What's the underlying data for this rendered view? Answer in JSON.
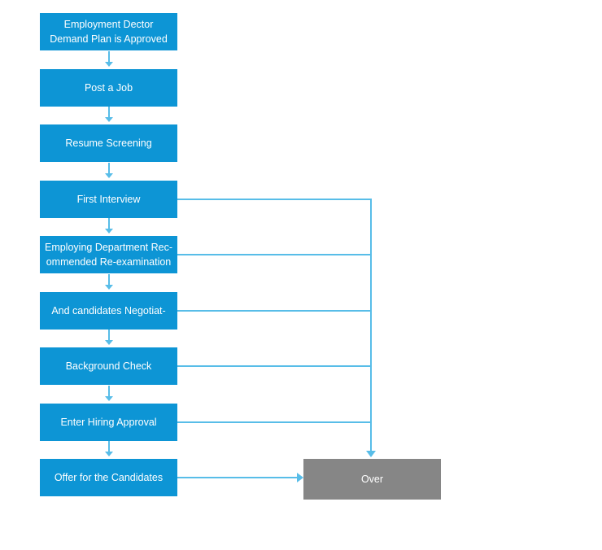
{
  "colors": {
    "process_box": "#0d95d5",
    "connector": "#58bde8",
    "end_box": "#868686",
    "box_text": "#ffffff"
  },
  "flowchart": {
    "steps": [
      {
        "label": "Employment Dector\nDemand Plan is Approved"
      },
      {
        "label": "Post a Job"
      },
      {
        "label": "Resume Screening"
      },
      {
        "label": "First Interview"
      },
      {
        "label": "Employing Department Rec-\nommended Re-examination"
      },
      {
        "label": "And candidates Negotiat-"
      },
      {
        "label": "Background Check"
      },
      {
        "label": "Enter Hiring Approval"
      },
      {
        "label": "Offer for the Candidates"
      }
    ],
    "end": {
      "label": "Over"
    },
    "connections": {
      "sequential_flow": "each step connects to the step below with a short downward arrow",
      "steps_linked_to_end_rail": [
        "First Interview",
        "Employing Department Rec-\nommended Re-examination",
        "And candidates Negotiat-",
        "Background Check",
        "Enter Hiring Approval"
      ],
      "rail_target": "Over",
      "step_linked_directly_to_end": "Offer for the Candidates"
    }
  }
}
